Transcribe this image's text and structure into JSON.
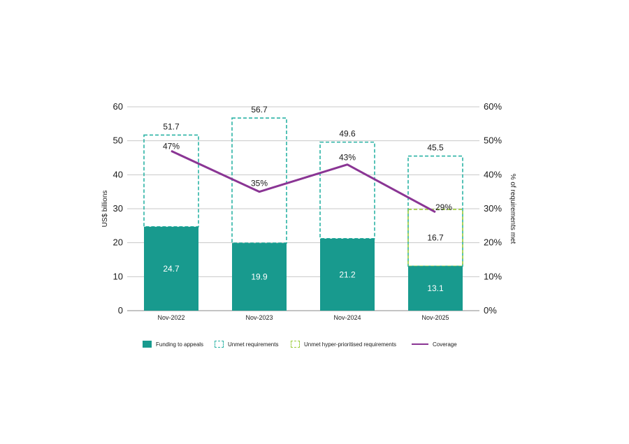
{
  "colors": {
    "funding": "#189a8e",
    "unmet": "#2bb3a5",
    "hyper": "#9ccc3c",
    "coverage": "#8a3594",
    "grid": "#c8c8c8"
  },
  "chart_data": {
    "type": "bar",
    "categories": [
      "Nov-2022",
      "Nov-2023",
      "Nov-2024",
      "Nov-2025"
    ],
    "ylabel": "US$ billions",
    "y2label": "% of requirements met",
    "ylim": [
      0,
      60
    ],
    "y2lim": [
      0,
      60
    ],
    "yticks": [
      "0",
      "10",
      "20",
      "30",
      "40",
      "50",
      "60"
    ],
    "y2ticks": [
      "0%",
      "10%",
      "20%",
      "30%",
      "40%",
      "50%",
      "60%"
    ],
    "grid": true,
    "legend_position": "bottom",
    "series": [
      {
        "name": "Funding to appeals",
        "values": [
          24.7,
          19.9,
          21.2,
          13.1
        ],
        "labels": [
          "24.7",
          "19.9",
          "21.2",
          "13.1"
        ]
      },
      {
        "name": "Unmet requirements",
        "totals": [
          51.7,
          56.7,
          49.6,
          45.5
        ],
        "labels": [
          "51.7",
          "56.7",
          "49.6",
          "45.5"
        ]
      },
      {
        "name": "Unmet hyper-prioritised requirements",
        "values": [
          null,
          null,
          null,
          16.7
        ],
        "labels": [
          "",
          "",
          "",
          "16.7"
        ]
      },
      {
        "name": "Coverage",
        "values": [
          47,
          35,
          43,
          29
        ],
        "labels": [
          "47%",
          "35%",
          "43%",
          "29%"
        ]
      }
    ]
  },
  "legend": {
    "funding": "Funding to appeals",
    "unmet": "Unmet requirements",
    "hyper": "Unmet hyper-prioritised requirements",
    "coverage": "Coverage"
  }
}
